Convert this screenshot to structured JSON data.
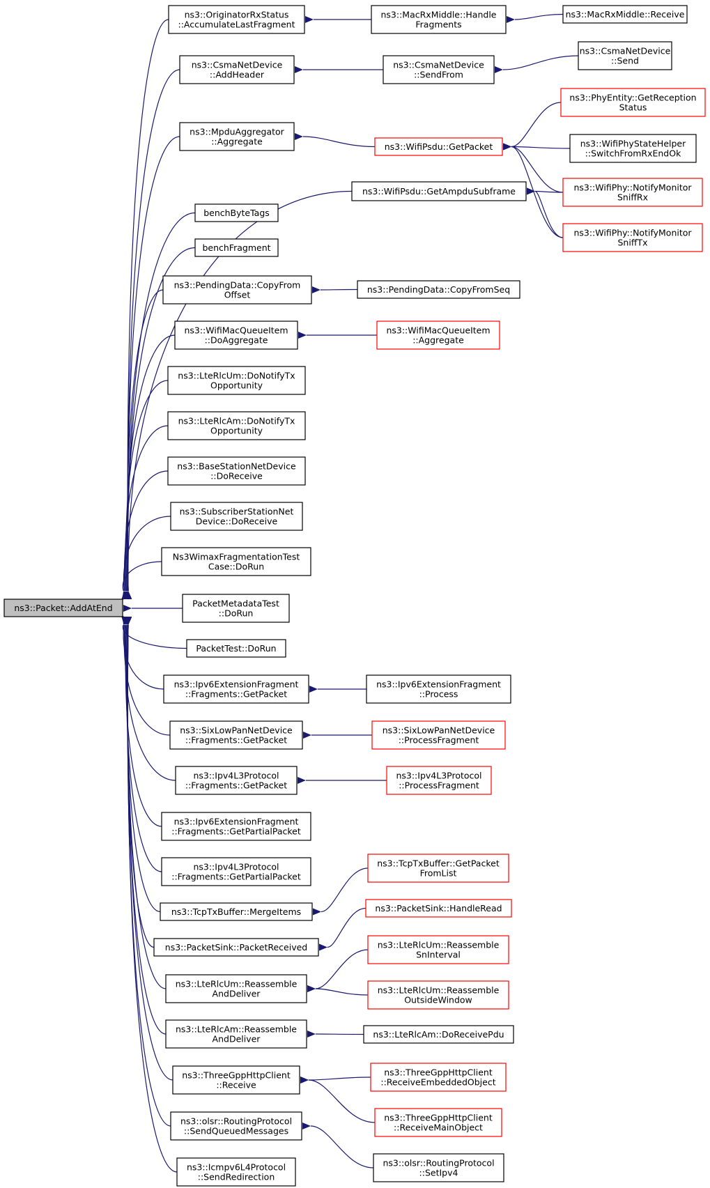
{
  "colors": {
    "edge": "#191970",
    "normal_border": "#000000",
    "truncated_border": "#ff0000",
    "root_fill": "#bfbfbf",
    "node_fill": "#ffffff"
  },
  "graph": {
    "root": {
      "id": "root",
      "lines": [
        "ns3::Packet::AddAtEnd"
      ]
    },
    "nodes": [
      {
        "id": "n1",
        "lines": [
          "ns3::OriginatorRxStatus",
          "::AccumulateLastFragment"
        ]
      },
      {
        "id": "n2",
        "lines": [
          "ns3::CsmaNetDevice",
          "::AddHeader"
        ]
      },
      {
        "id": "n3",
        "lines": [
          "ns3::MpduAggregator",
          "::Aggregate"
        ]
      },
      {
        "id": "n4",
        "lines": [
          "ns3::WifiPsdu::GetAmpduSubframe"
        ]
      },
      {
        "id": "n5",
        "lines": [
          "benchByteTags"
        ]
      },
      {
        "id": "n6",
        "lines": [
          "benchFragment"
        ]
      },
      {
        "id": "n7",
        "lines": [
          "ns3::PendingData::CopyFrom",
          "Offset"
        ]
      },
      {
        "id": "n8",
        "lines": [
          "ns3::WifiMacQueueItem",
          "::DoAggregate"
        ]
      },
      {
        "id": "n9",
        "lines": [
          "ns3::LteRlcUm::DoNotifyTx",
          "Opportunity"
        ]
      },
      {
        "id": "n10",
        "lines": [
          "ns3::LteRlcAm::DoNotifyTx",
          "Opportunity"
        ]
      },
      {
        "id": "n11",
        "lines": [
          "ns3::BaseStationNetDevice",
          "::DoReceive"
        ]
      },
      {
        "id": "n12",
        "lines": [
          "ns3::SubscriberStationNet",
          "Device::DoReceive"
        ]
      },
      {
        "id": "n13",
        "lines": [
          "Ns3WimaxFragmentationTest",
          "Case::DoRun"
        ]
      },
      {
        "id": "n14",
        "lines": [
          "PacketMetadataTest",
          "::DoRun"
        ]
      },
      {
        "id": "n15",
        "lines": [
          "PacketTest::DoRun"
        ]
      },
      {
        "id": "n16",
        "lines": [
          "ns3::Ipv6ExtensionFragment",
          "::Fragments::GetPacket"
        ]
      },
      {
        "id": "n17",
        "lines": [
          "ns3::SixLowPanNetDevice",
          "::Fragments::GetPacket"
        ]
      },
      {
        "id": "n18",
        "lines": [
          "ns3::Ipv4L3Protocol",
          "::Fragments::GetPacket"
        ]
      },
      {
        "id": "n19",
        "lines": [
          "ns3::Ipv6ExtensionFragment",
          "::Fragments::GetPartialPacket"
        ]
      },
      {
        "id": "n20",
        "lines": [
          "ns3::Ipv4L3Protocol",
          "::Fragments::GetPartialPacket"
        ]
      },
      {
        "id": "n21",
        "lines": [
          "ns3::TcpTxBuffer::MergeItems"
        ]
      },
      {
        "id": "n22",
        "lines": [
          "ns3::PacketSink::PacketReceived"
        ]
      },
      {
        "id": "n23",
        "lines": [
          "ns3::LteRlcUm::Reassemble",
          "AndDeliver"
        ]
      },
      {
        "id": "n24",
        "lines": [
          "ns3::LteRlcAm::Reassemble",
          "AndDeliver"
        ]
      },
      {
        "id": "n25",
        "lines": [
          "ns3::ThreeGppHttpClient",
          "::Receive"
        ]
      },
      {
        "id": "n26",
        "lines": [
          "ns3::olsr::RoutingProtocol",
          "::SendQueuedMessages"
        ]
      },
      {
        "id": "n27",
        "lines": [
          "ns3::Icmpv6L4Protocol",
          "::SendRedirection"
        ]
      },
      {
        "id": "m1",
        "lines": [
          "ns3::MacRxMiddle::Handle",
          "Fragments"
        ]
      },
      {
        "id": "m2",
        "lines": [
          "ns3::CsmaNetDevice",
          "::SendFrom"
        ]
      },
      {
        "id": "m3",
        "lines": [
          "ns3::WifiPsdu::GetPacket"
        ],
        "truncated": true
      },
      {
        "id": "m4",
        "lines": [
          "ns3::PendingData::CopyFromSeq"
        ]
      },
      {
        "id": "m5",
        "lines": [
          "ns3::WifiMacQueueItem",
          "::Aggregate"
        ],
        "truncated": true
      },
      {
        "id": "m6",
        "lines": [
          "ns3::Ipv6ExtensionFragment",
          "::Process"
        ]
      },
      {
        "id": "m7",
        "lines": [
          "ns3::SixLowPanNetDevice",
          "::ProcessFragment"
        ],
        "truncated": true
      },
      {
        "id": "m8",
        "lines": [
          "ns3::Ipv4L3Protocol",
          "::ProcessFragment"
        ],
        "truncated": true
      },
      {
        "id": "m9",
        "lines": [
          "ns3::TcpTxBuffer::GetPacket",
          "FromList"
        ],
        "truncated": true
      },
      {
        "id": "m10",
        "lines": [
          "ns3::PacketSink::HandleRead"
        ],
        "truncated": true
      },
      {
        "id": "m11",
        "lines": [
          "ns3::LteRlcUm::Reassemble",
          "SnInterval"
        ],
        "truncated": true
      },
      {
        "id": "m12",
        "lines": [
          "ns3::LteRlcUm::Reassemble",
          "OutsideWindow"
        ],
        "truncated": true
      },
      {
        "id": "m13",
        "lines": [
          "ns3::LteRlcAm::DoReceivePdu"
        ]
      },
      {
        "id": "m14",
        "lines": [
          "ns3::ThreeGppHttpClient",
          "::ReceiveEmbeddedObject"
        ],
        "truncated": true
      },
      {
        "id": "m15",
        "lines": [
          "ns3::ThreeGppHttpClient",
          "::ReceiveMainObject"
        ],
        "truncated": true
      },
      {
        "id": "m16",
        "lines": [
          "ns3::olsr::RoutingProtocol",
          "::SetIpv4"
        ]
      },
      {
        "id": "r1",
        "lines": [
          "ns3::MacRxMiddle::Receive"
        ]
      },
      {
        "id": "r2",
        "lines": [
          "ns3::CsmaNetDevice",
          "::Send"
        ]
      },
      {
        "id": "r3",
        "lines": [
          "ns3::PhyEntity::GetReception",
          "Status"
        ],
        "truncated": true
      },
      {
        "id": "r4",
        "lines": [
          "ns3::WifiPhyStateHelper",
          "::SwitchFromRxEndOk"
        ]
      },
      {
        "id": "r5",
        "lines": [
          "ns3::WifiPhy::NotifyMonitor",
          "SniffRx"
        ],
        "truncated": true
      },
      {
        "id": "r6",
        "lines": [
          "ns3::WifiPhy::NotifyMonitor",
          "SniffTx"
        ],
        "truncated": true
      }
    ]
  }
}
